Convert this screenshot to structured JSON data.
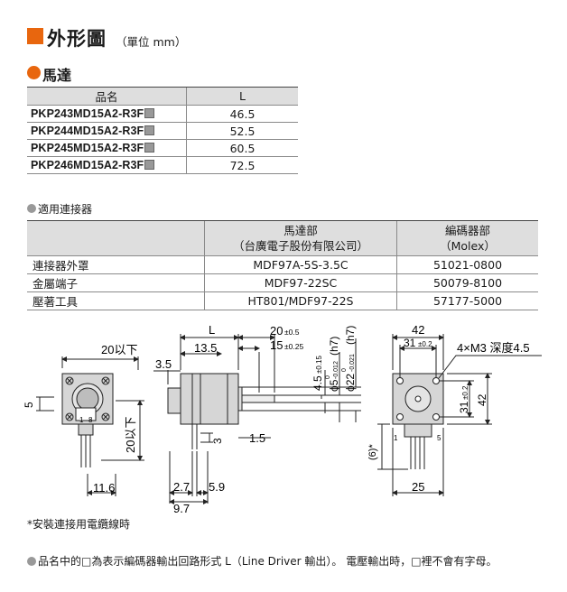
{
  "header": {
    "title": "外形圖",
    "unit": "（單位 mm）"
  },
  "motor_section": {
    "title": "馬達",
    "columns": [
      "品名",
      "L"
    ],
    "rows": [
      {
        "name": "PKP243MD15A2-R3F",
        "L": "46.5"
      },
      {
        "name": "PKP244MD15A2-R3F",
        "L": "52.5"
      },
      {
        "name": "PKP245MD15A2-R3F",
        "L": "60.5"
      },
      {
        "name": "PKP246MD15A2-R3F",
        "L": "72.5"
      }
    ]
  },
  "connector_section": {
    "title": "適用連接器",
    "header_col2_line1": "馬達部",
    "header_col2_line2": "（台廣電子股份有限公司）",
    "header_col3_line1": "編碼器部",
    "header_col3_line2": "（Molex）",
    "rows": [
      {
        "label": "連接器外罩",
        "motor": "MDF97A-5S-3.5C",
        "encoder": "51021-0800"
      },
      {
        "label": "金屬端子",
        "motor": "MDF97-22SC",
        "encoder": "50079-8100"
      },
      {
        "label": "壓著工具",
        "motor": "HT801/MDF97-22S",
        "encoder": "57177-5000"
      }
    ]
  },
  "drawing": {
    "front": {
      "dim_20_below": "20以下",
      "dim_5": "5",
      "dim_20_below_v": "20以下",
      "dim_11_6": "11.6",
      "pin_1": "1",
      "pin_8": "8"
    },
    "side": {
      "dim_L": "L",
      "dim_13_5": "13.5",
      "dim_3_5": "3.5",
      "dim_20": "20",
      "tol_20": "±0.5",
      "dim_15": "15",
      "tol_15": "±0.25",
      "dim_4_5": "4.5",
      "tol_4_5": "±0.15",
      "dim_phi5": "ϕ5",
      "tol_phi5_top": "0",
      "tol_phi5_bot": "-0.012",
      "fit_phi5": "(h7)",
      "dim_phi22": "ϕ22",
      "tol_phi22_top": "0",
      "tol_phi22_bot": "-0.021",
      "fit_phi22": "(h7)",
      "dim_3": "3",
      "dim_1_5": "1.5",
      "dim_2_7": "2.7",
      "dim_5_9": "5.9",
      "dim_9_7": "9.7"
    },
    "rear": {
      "dim_42": "42",
      "dim_31": "31",
      "tol_31": "±0.2",
      "hole_note": "4×M3 深度4.5",
      "dim_31_v": "31",
      "tol_31_v": "±0.2",
      "dim_42_v": "42",
      "dim_6": "(6)*",
      "dim_25": "25",
      "pin_1": "1",
      "pin_5": "5"
    }
  },
  "note": "*安裝連接用電纜線時",
  "footnote": "品名中的□為表示編碼器輸出回路形式 L（Line Driver 輸出）。 電壓輸出時，□裡不會有字母。",
  "colors": {
    "accent": "#e8660e",
    "header_bg": "#dedede",
    "drawing_fill": "#d6d6d6"
  }
}
